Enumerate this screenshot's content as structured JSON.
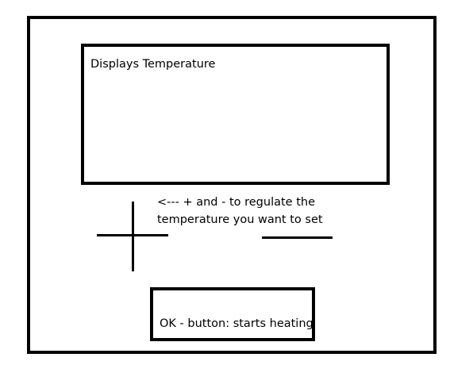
{
  "display": {
    "label": "Displays Temperature"
  },
  "controls": {
    "plus_symbol": "plus",
    "minus_symbol": "minus",
    "note_line_1": "<--- + and - to regulate the",
    "note_line_2": "temperature you want to set"
  },
  "ok_button": {
    "label": "OK - button: starts heating"
  },
  "colors": {
    "stroke": "#000000",
    "background": "#ffffff"
  }
}
